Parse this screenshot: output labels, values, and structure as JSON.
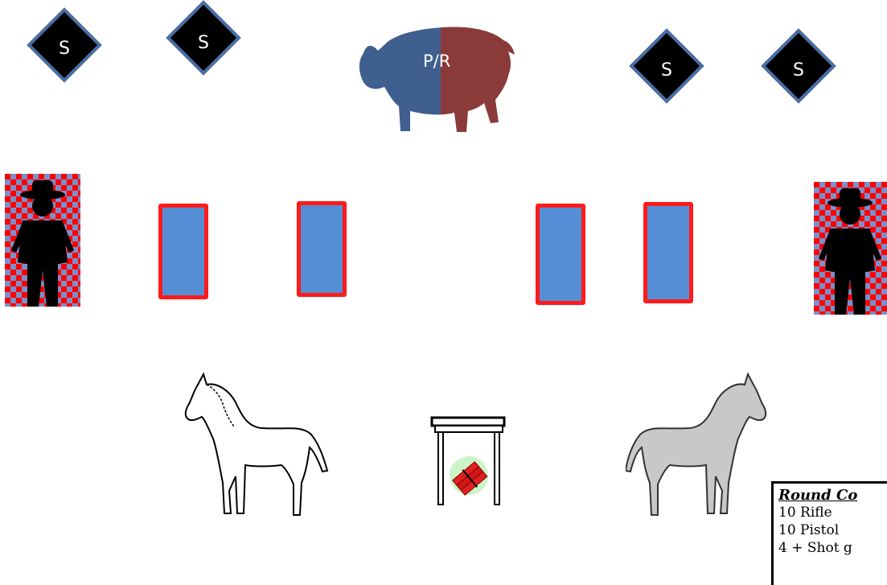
{
  "shotgun_targets": [
    {
      "label": "S"
    },
    {
      "label": "S"
    },
    {
      "label": "S"
    },
    {
      "label": "S"
    }
  ],
  "buffalo_target": {
    "label": "P/R",
    "colors": {
      "left": "#3f5f8f",
      "right": "#8b3a3a"
    }
  },
  "rect_target_colors": {
    "fill": "#558ed5",
    "border": "#ff1a1a"
  },
  "round_count": {
    "title": "Round Co",
    "lines": [
      "10 Rifle",
      "10  Pistol",
      "4  +   Shot g"
    ]
  }
}
